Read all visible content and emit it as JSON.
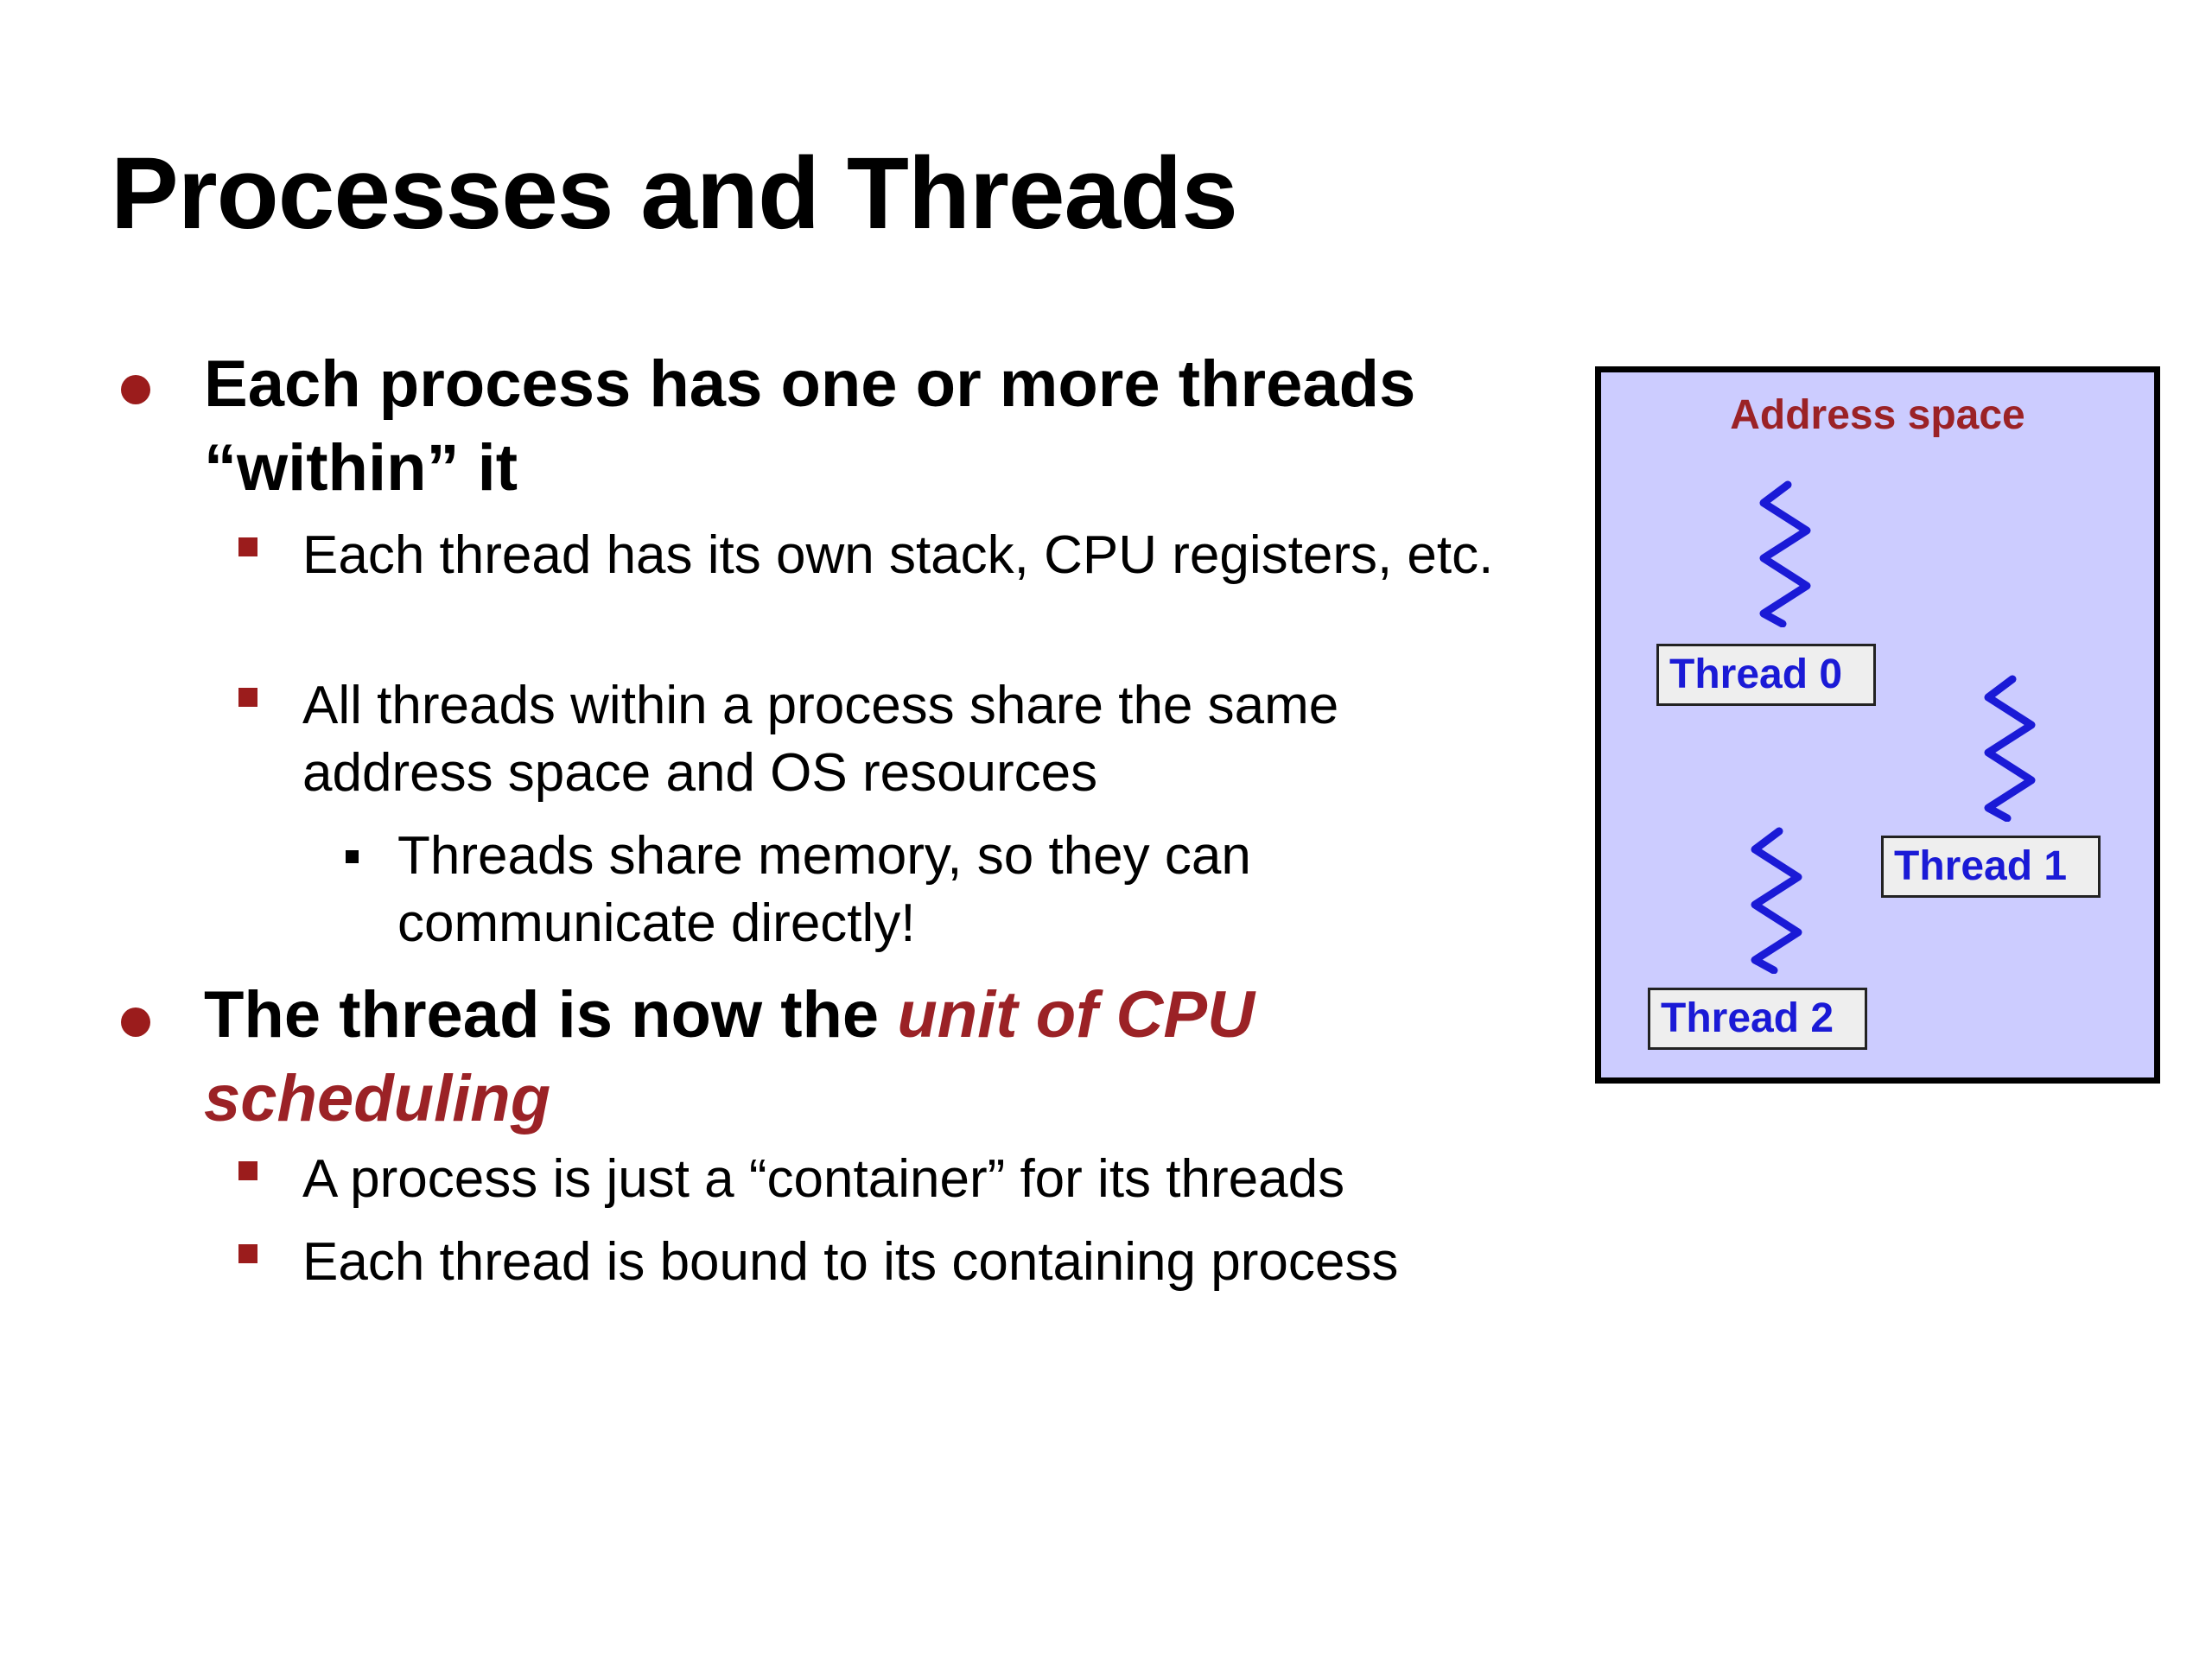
{
  "slide": {
    "title": "Processes and Threads",
    "bullets": [
      {
        "text": "Each process has one or more threads “within” it",
        "sub": [
          {
            "text": "Each thread has its own stack, CPU registers, etc."
          },
          {
            "text": "All threads within a process share the same address space and OS resources",
            "sub": [
              {
                "text": "Threads share memory, so they can communicate directly!"
              }
            ]
          }
        ]
      },
      {
        "text_plain": "The thread is now the ",
        "text_emph": "unit of CPU scheduling",
        "sub": [
          {
            "text": "A process is just a “container” for its threads"
          },
          {
            "text": "Each thread is bound to its containing process"
          }
        ]
      }
    ]
  },
  "diagram": {
    "container_label": "Address space",
    "threads": [
      {
        "label": "Thread 0"
      },
      {
        "label": "Thread 1"
      },
      {
        "label": "Thread 2"
      }
    ]
  },
  "colors": {
    "accent": "#9b2226",
    "bullet_red": "#9b1c1c",
    "text": "#000000",
    "box_fill": "#ccccff",
    "box_border": "#000000",
    "thread_blue": "#1a1ad6",
    "label_fill": "#eeeeee"
  },
  "icons": {
    "thread_glyph": "squiggle-thread-icon"
  }
}
